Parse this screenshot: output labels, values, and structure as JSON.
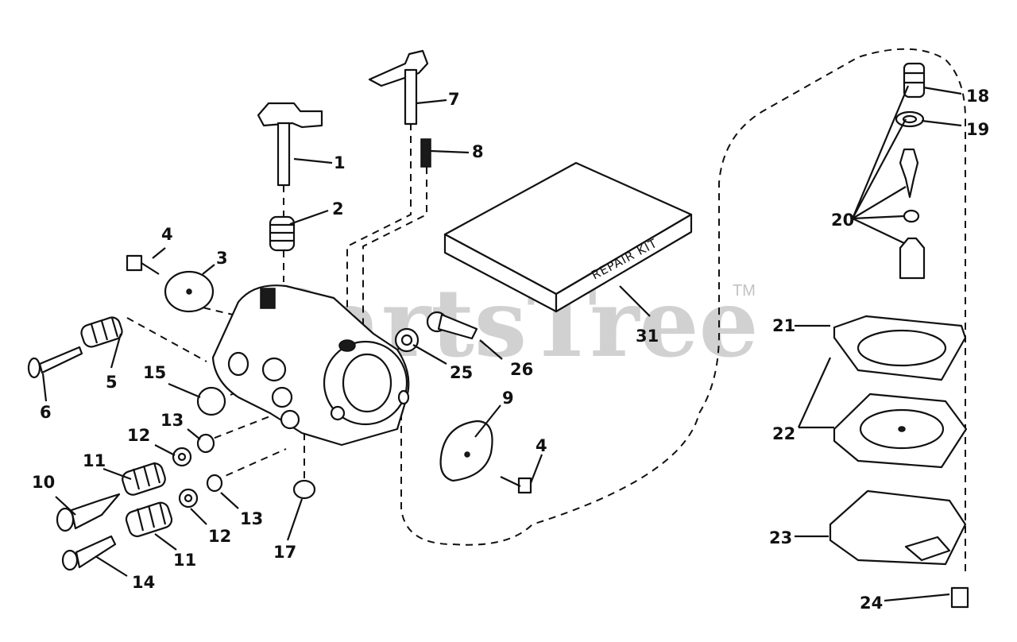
{
  "watermark": {
    "text": "PartsTree",
    "trademark": "TM"
  },
  "repair_kit_text": "REPAIR KIT",
  "callouts": {
    "c1": "1",
    "c2": "2",
    "c3": "3",
    "c4a": "4",
    "c4b": "4",
    "c5": "5",
    "c6": "6",
    "c7": "7",
    "c8": "8",
    "c9": "9",
    "c10": "10",
    "c11a": "11",
    "c11b": "11",
    "c12a": "12",
    "c12b": "12",
    "c13a": "13",
    "c13b": "13",
    "c14": "14",
    "c15": "15",
    "c17": "17",
    "c18": "18",
    "c19": "19",
    "c20": "20",
    "c21": "21",
    "c22": "22",
    "c23": "23",
    "c24": "24",
    "c25": "25",
    "c26": "26",
    "c31": "31"
  }
}
